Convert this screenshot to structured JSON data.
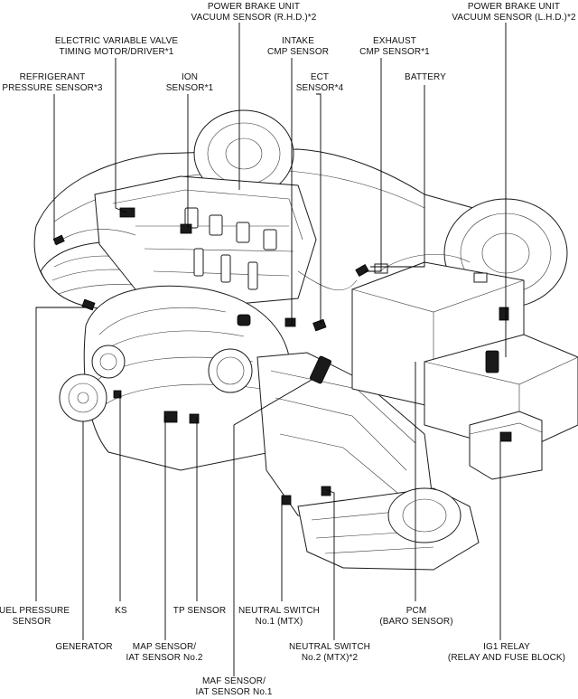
{
  "labels": {
    "power_brake_rhd": "POWER BRAKE UNIT\nVACUUM SENSOR (R.H.D.)*2",
    "power_brake_lhd": "POWER BRAKE UNIT\nVACUUM SENSOR (L.H.D.)*2",
    "electric_vvt": "ELECTRIC VARIABLE VALVE\nTIMING MOTOR/DRIVER*1",
    "intake_cmp": "INTAKE\nCMP SENSOR",
    "exhaust_cmp": "EXHAUST\nCMP SENSOR*1",
    "refrigerant": "REFRIGERANT\nPRESSURE SENSOR*3",
    "ion_sensor": "ION\nSENSOR*1",
    "ect_sensor": "ECT\nSENSOR*4",
    "battery": "BATTERY",
    "fuel_pressure": "FUEL PRESSURE\nSENSOR",
    "ks": "KS",
    "tp_sensor": "TP SENSOR",
    "neutral_no1": "NEUTRAL SWITCH\nNo.1 (MTX)",
    "pcm": "PCM\n(BARO SENSOR)",
    "generator": "GENERATOR",
    "map_sensor": "MAP SENSOR/\nIAT SENSOR No.2",
    "neutral_no2": "NEUTRAL SWITCH\nNo.2 (MTX)*2",
    "ig1_relay": "IG1 RELAY\n(RELAY AND FUSE BLOCK)",
    "maf_sensor": "MAF SENSOR/\nIAT SENSOR No.1"
  }
}
